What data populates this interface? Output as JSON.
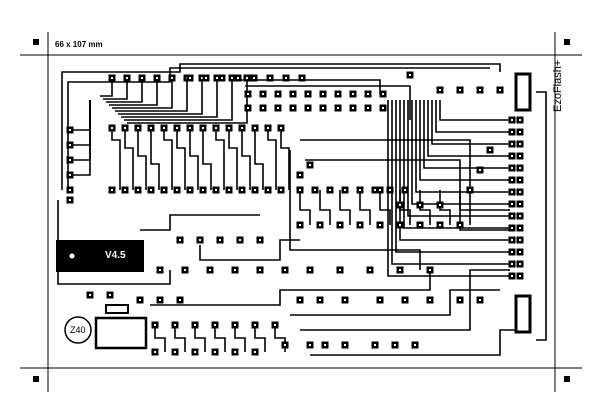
{
  "board": {
    "dimensions_label": "66 x 107 mm",
    "title": "EzoFlash+",
    "version": "V4.5",
    "logo_text": "Z40"
  },
  "colors": {
    "copper": "#000000",
    "background": "#ffffff",
    "label_inverse": "#ffffff"
  }
}
